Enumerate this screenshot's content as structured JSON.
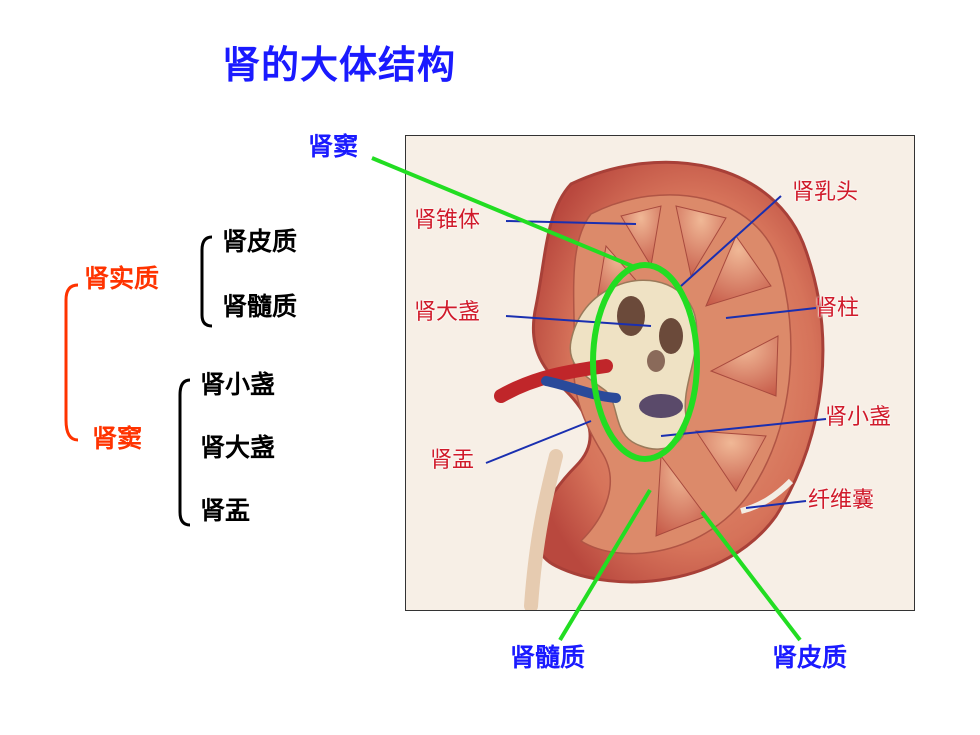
{
  "title": "肾的大体结构",
  "left_tree": {
    "parenchyma": {
      "label": "肾实质",
      "children": [
        "肾皮质",
        "肾髓质"
      ]
    },
    "sinus": {
      "label": "肾窦",
      "children": [
        "肾小盏",
        "肾大盏",
        "肾盂"
      ]
    }
  },
  "photo_labels": {
    "pyramid": "肾锥体",
    "papilla": "肾乳头",
    "major_calyx": "肾大盏",
    "column": "肾柱",
    "minor_calyx": "肾小盏",
    "pelvis": "肾盂",
    "capsule": "纤维囊"
  },
  "callouts": {
    "sinus": "肾窦",
    "medulla": "肾髓质",
    "cortex": "肾皮质"
  },
  "colors": {
    "title": "#1a1aff",
    "callout_text": "#1a1aff",
    "callout_line": "#22dd22",
    "bracket_red": "#ff3300",
    "photo_label": "#d01a2a",
    "photo_pointer": "#1a2fb0"
  }
}
